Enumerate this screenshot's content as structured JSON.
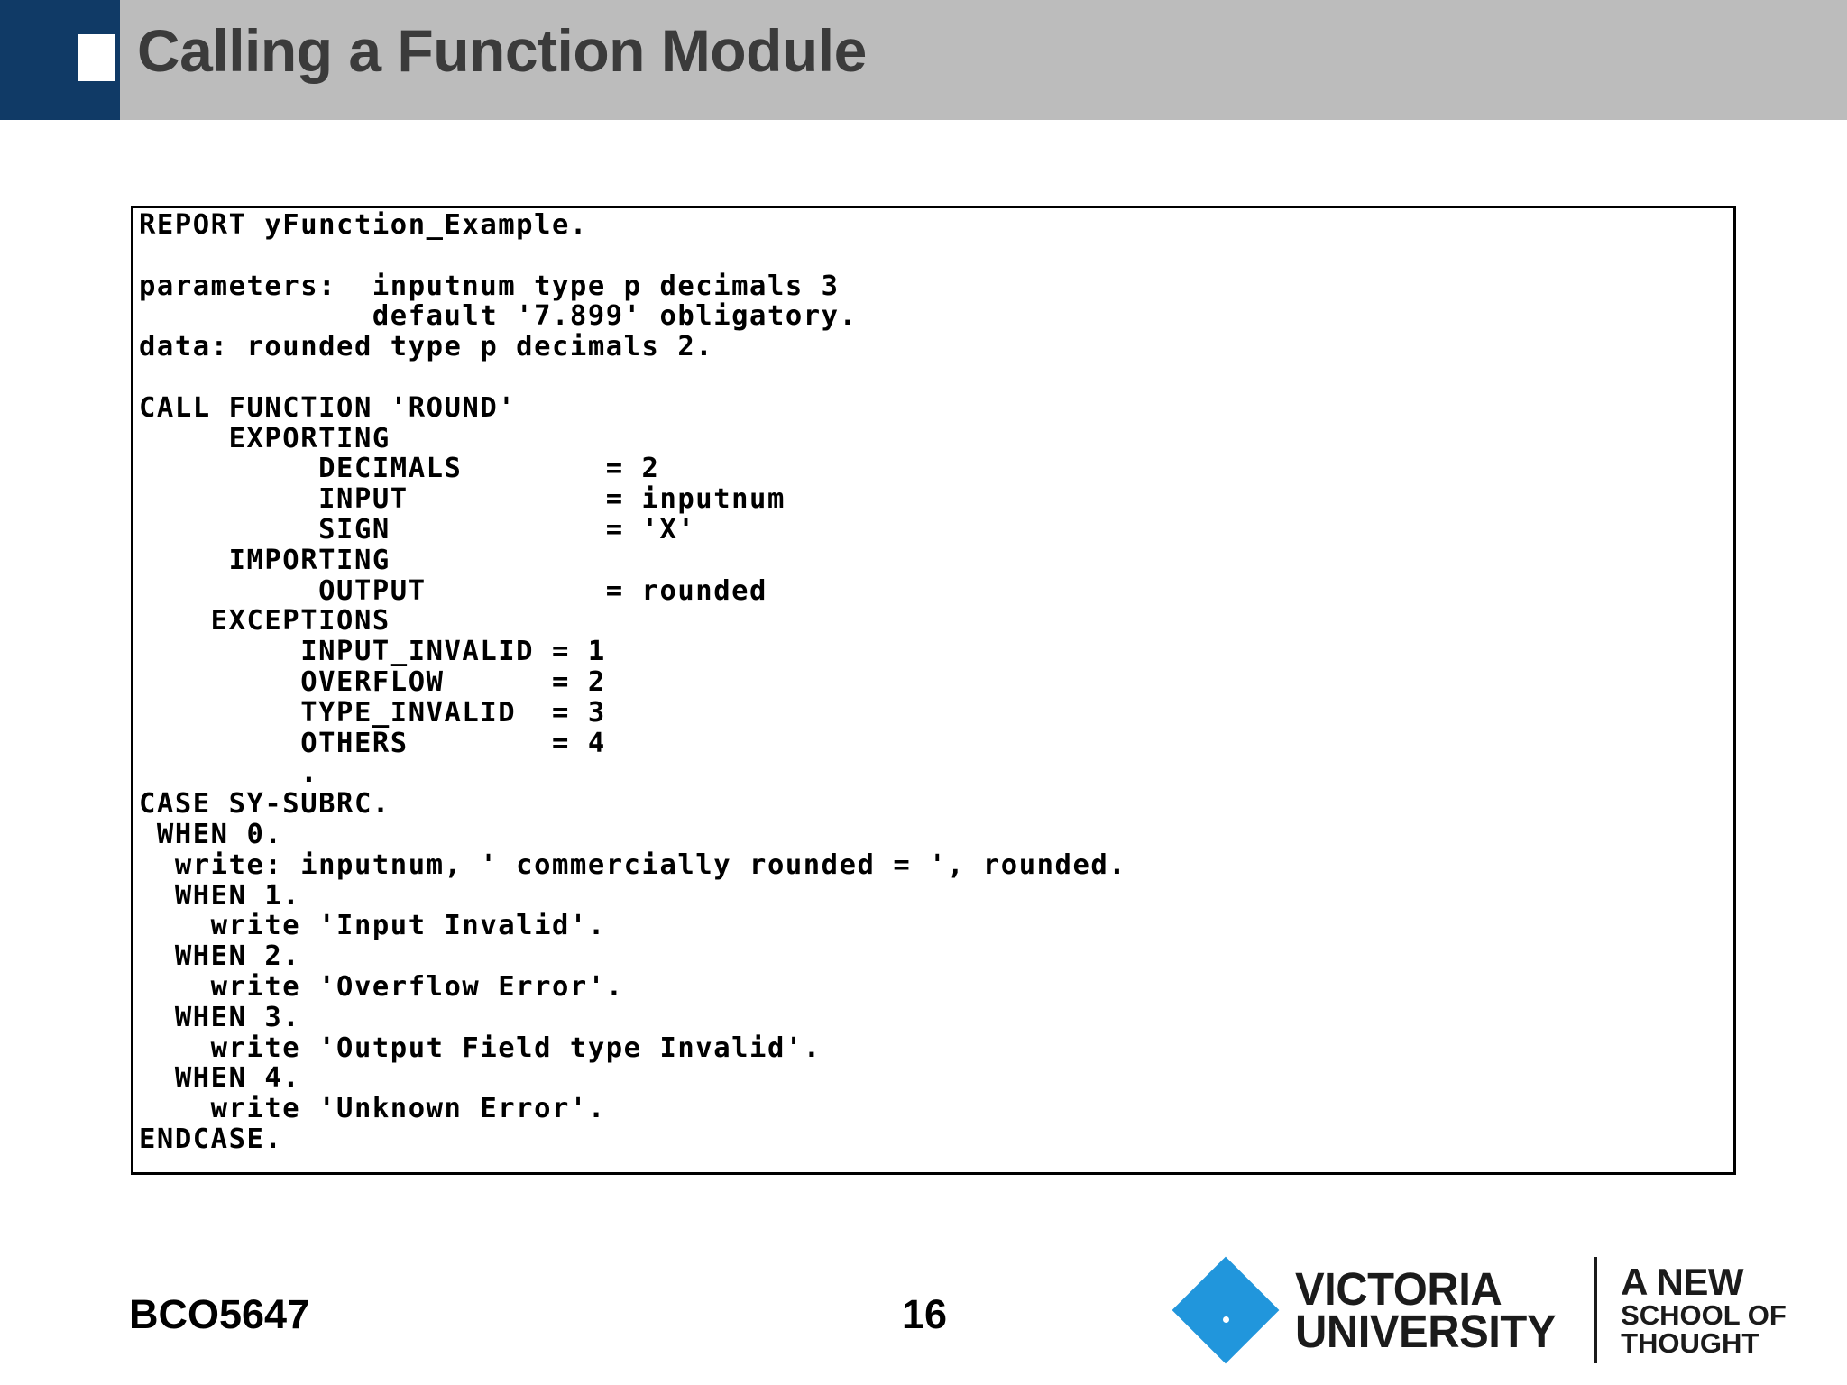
{
  "slide": {
    "title": "Calling a Function Module",
    "background_color": "#ffffff",
    "title_bar_color": "#bcbcbc",
    "title_accent_color": "#103A66",
    "title_text_color": "#3b3b3b"
  },
  "code_block": {
    "language": "ABAP",
    "border_color": "#000000",
    "text_color": "#000000",
    "lines": [
      "REPORT yFunction_Example.",
      "",
      "parameters:  inputnum type p decimals 3",
      "             default '7.899' obligatory.",
      "data: rounded type p decimals 2.",
      "",
      "CALL FUNCTION 'ROUND'",
      "     EXPORTING",
      "          DECIMALS        = 2",
      "          INPUT           = inputnum",
      "          SIGN            = 'X'",
      "     IMPORTING",
      "          OUTPUT          = rounded",
      "    EXCEPTIONS",
      "         INPUT_INVALID = 1",
      "         OVERFLOW      = 2",
      "         TYPE_INVALID  = 3",
      "         OTHERS        = 4",
      "         .",
      "CASE SY-SUBRC.",
      " WHEN 0.",
      "  write: inputnum, ' commercially rounded = ', rounded.",
      "  WHEN 1.",
      "    write 'Input Invalid'.",
      "  WHEN 2.",
      "    write 'Overflow Error'.",
      "  WHEN 3.",
      "    write 'Output Field type Invalid'.",
      "  WHEN 4.",
      "    write 'Unknown Error'.",
      "ENDCASE."
    ]
  },
  "footer": {
    "course_code": "BCO5647",
    "page_number": "16"
  },
  "logo": {
    "name_line1": "VICTORIA",
    "name_line2": "UNIVERSITY",
    "tagline_line1": "A NEW",
    "tagline_line2": "SCHOOL OF",
    "tagline_line3": "THOUGHT",
    "diamond_color": "#2196DC"
  }
}
